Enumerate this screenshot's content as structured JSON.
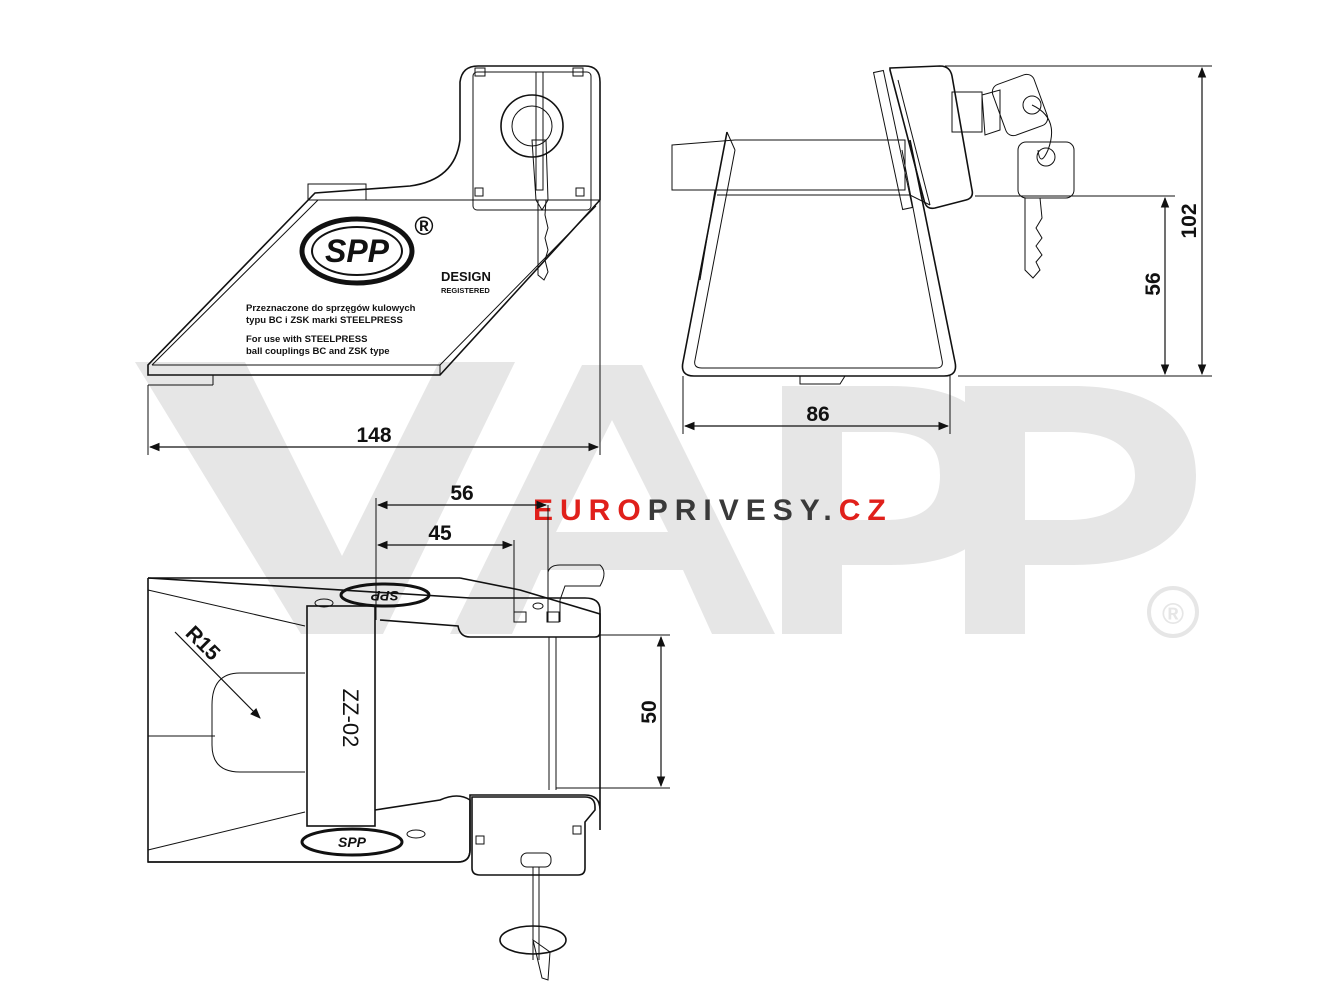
{
  "watermark": {
    "letters": "VAPP",
    "registered": "®",
    "site": {
      "red_part_1": "EURO",
      "dark_part": "PRIVESY",
      "dot": ".",
      "red_part_2": "CZ"
    },
    "colors": {
      "watermark_gray": "#e6e6e6",
      "brand_red": "#e0201b",
      "brand_dark": "#3a3a3a"
    }
  },
  "front_view": {
    "logo_text": "SPP",
    "registered": "®",
    "design_label": "DESIGN",
    "registered_label": "REGISTERED",
    "text_pl_1": "Przeznaczone do sprzęgów kulowych",
    "text_pl_2": "typu BC i ZSK marki STEELPRESS",
    "text_en_1": "For use with STEELPRESS",
    "text_en_2": "ball couplings BC and ZSK type",
    "dim_width": "148"
  },
  "side_view": {
    "dim_width": "86",
    "dim_height_total": "102",
    "dim_height_base": "56"
  },
  "top_view": {
    "dim_56": "56",
    "dim_45": "45",
    "dim_50": "50",
    "radius_label": "R15",
    "model_label": "ZZ-02",
    "logo_text_top": "SPP",
    "logo_text_bottom": "SPP"
  }
}
